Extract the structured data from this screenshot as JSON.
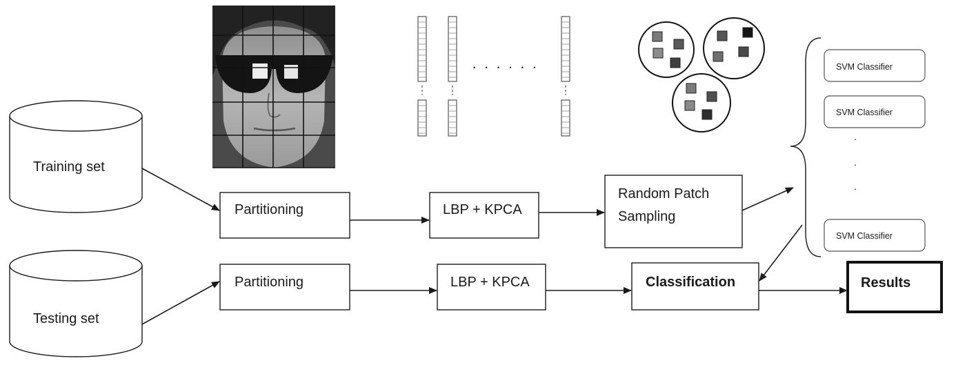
{
  "training": {
    "db_label": "Training set",
    "partition_label": "Partitioning",
    "feature_label": "LBP + KPCA",
    "sampling_label_line1": "Random Patch",
    "sampling_label_line2": "Sampling"
  },
  "testing": {
    "db_label": "Testing set",
    "partition_label": "Partitioning",
    "feature_label": "LBP + KPCA",
    "classification_label": "Classification",
    "results_label": "Results"
  },
  "classifiers": {
    "items": [
      "SVM Classifier",
      "SVM Classifier",
      "SVM Classifier"
    ],
    "ellipsis": "."
  },
  "feature_vectors": {
    "dots": "· · · · · ·"
  },
  "icons": {
    "face": "partitioned-face-image-icon",
    "vectors": "feature-vector-columns-icon",
    "patches": "patch-cluster-icon"
  },
  "colors": {
    "stroke": "#1a1a1a",
    "face_dark": "#2b2b2b",
    "face_skin": "#a8a8a8"
  }
}
